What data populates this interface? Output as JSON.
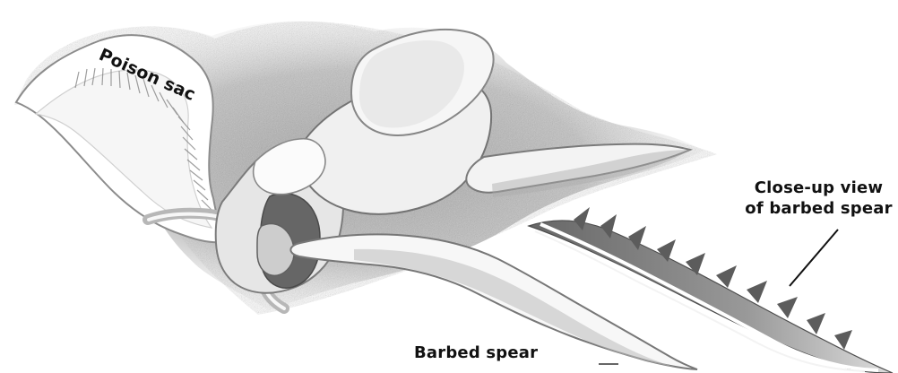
{
  "labels": {
    "poison_sac": "Poison sac",
    "barbed_spear": "Barbed spear",
    "closeup_line1": "Close-up view",
    "closeup_line2": "of barbed spear"
  },
  "palette": {
    "ink": "#111111",
    "paper": "#ffffff",
    "shadow": "#777777",
    "midtone": "#b8b8b8"
  }
}
